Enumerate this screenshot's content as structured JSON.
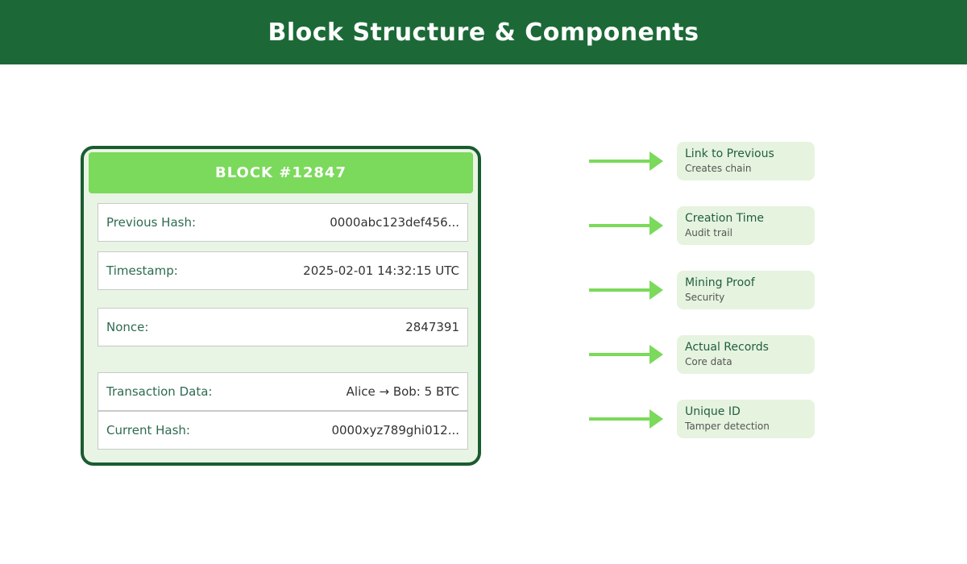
{
  "banner": {
    "title": "Block Structure & Components"
  },
  "block": {
    "header": "BLOCK #12847",
    "rows": [
      {
        "label": "Previous Hash:",
        "value": "0000abc123def456..."
      },
      {
        "label": "Timestamp:",
        "value": "2025-02-01 14:32:15 UTC"
      },
      {
        "label": "Nonce:",
        "value": "2847391"
      },
      {
        "label": "Transaction Data:",
        "value": "Alice → Bob: 5 BTC"
      },
      {
        "label": "Current Hash:",
        "value": "0000xyz789ghi012..."
      }
    ]
  },
  "annotations": [
    {
      "title": "Link to Previous",
      "subtitle": "Creates chain"
    },
    {
      "title": "Creation Time",
      "subtitle": "Audit trail"
    },
    {
      "title": "Mining Proof",
      "subtitle": "Security"
    },
    {
      "title": "Actual Records",
      "subtitle": "Core data"
    },
    {
      "title": "Unique ID",
      "subtitle": "Tamper detection"
    }
  ],
  "colors": {
    "banner_bg": "#1c6937",
    "accent_green": "#7bd95b",
    "card_bg": "#e9f5e4",
    "card_border": "#1a5c30",
    "annotation_bg": "#e6f3df",
    "label_green": "#2e6b4f",
    "title_green": "#1f5f3e",
    "value_text": "#333333"
  }
}
